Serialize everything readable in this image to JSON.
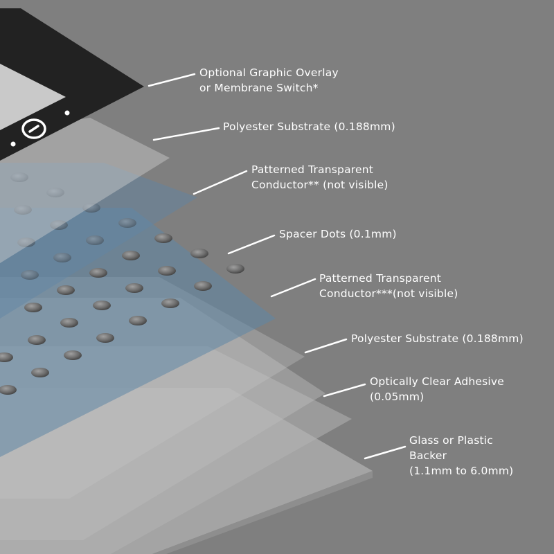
{
  "callouts": [
    {
      "id": "overlay",
      "lines": [
        "Optional Graphic Overlay",
        "or Membrane Switch*"
      ]
    },
    {
      "id": "substrate-top",
      "lines": [
        "Polyester Substrate (0.188mm)"
      ]
    },
    {
      "id": "conductor-top",
      "lines": [
        "Patterned Transparent",
        "Conductor** (not visible)"
      ]
    },
    {
      "id": "spacer-dots",
      "lines": [
        "Spacer Dots (0.1mm)"
      ]
    },
    {
      "id": "conductor-bottom",
      "lines": [
        "Patterned Transparent",
        "Conductor***(not visible)"
      ]
    },
    {
      "id": "substrate-bottom",
      "lines": [
        "Polyester Substrate (0.188mm)"
      ]
    },
    {
      "id": "adhesive",
      "lines": [
        "Optically Clear Adhesive",
        "(0.05mm)"
      ]
    },
    {
      "id": "backer",
      "lines": [
        "Glass or Plastic",
        "Backer",
        "(1.1mm to 6.0mm)"
      ]
    }
  ],
  "colors": {
    "background": "#7f7f7f",
    "overlay": "#222222",
    "overlay_window": "#c9c9c9",
    "conductor": "#5f86a6",
    "glass": "#a9a9a9",
    "dot": "#6c6c6c",
    "leader": "#ffffff"
  },
  "icons": [
    "power-icon"
  ]
}
